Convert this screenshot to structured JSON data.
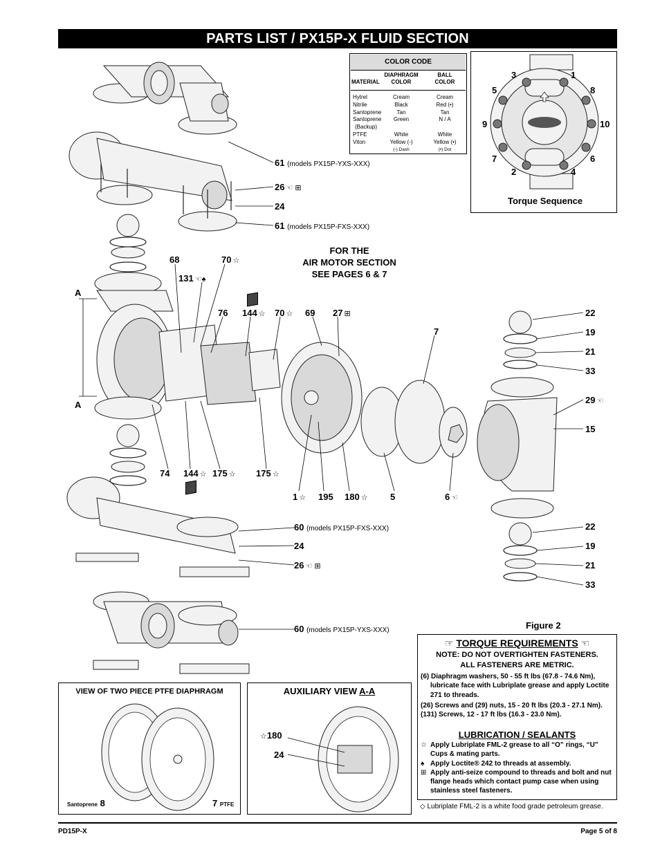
{
  "title": "PARTS LIST / PX15P-X FLUID SECTION",
  "color_code": {
    "heading": "COLOR CODE",
    "col_material": "MATERIAL",
    "col_diaphragm": [
      "DIAPHRAGM",
      "COLOR"
    ],
    "col_ball": [
      "BALL",
      "COLOR"
    ],
    "materials": [
      "Hytrel",
      "Nitrile",
      "Santoprene",
      "Santoprene",
      "(Backup)",
      "PTFE",
      "Viton"
    ],
    "diaphragm_colors": [
      "Cream",
      "Black",
      "Tan",
      "Green",
      "",
      "White",
      "Yellow (-)",
      "(-) Dash"
    ],
    "ball_colors": [
      "Cream",
      "Red (•)",
      "Tan",
      "N / A",
      "",
      "White",
      "Yellow (•)",
      "(•) Dot"
    ]
  },
  "torque_sequence": {
    "label": "Torque Sequence",
    "numbers": [
      "3",
      "1",
      "5",
      "8",
      "9",
      "10",
      "7",
      "6",
      "2",
      "4"
    ]
  },
  "callouts": {
    "c61_top": "61",
    "c61_top_note": "(models PX15P-YXS-XXX)",
    "c26_top": "26",
    "c24_top": "24",
    "c61_bot": "61",
    "c61_bot_note": "(models PX15P-FXS-XXX)",
    "air_motor_note": [
      "FOR THE",
      "AIR MOTOR SECTION",
      "SEE PAGES 6 & 7"
    ],
    "c68": "68",
    "c70a": "70",
    "c131": "131",
    "c76": "76",
    "c144a": "144",
    "c70b": "70",
    "c69": "69",
    "c27": "27",
    "c7": "7",
    "c22a": "22",
    "c19a": "19",
    "c21a": "21",
    "c33a": "33",
    "c29": "29",
    "c15": "15",
    "cA_top": "A",
    "cA_bot": "A",
    "c74": "74",
    "c144b": "144",
    "c175a": "175",
    "c175b": "175",
    "c1": "1",
    "c195": "195",
    "c180": "180",
    "c5": "5",
    "c6": "6",
    "c22b": "22",
    "c19b": "19",
    "c21b": "21",
    "c33b": "33",
    "c60_top": "60",
    "c60_top_note": "(models PX15P-FXS-XXX)",
    "c24_mid": "24",
    "c26_mid": "26",
    "c60_bot": "60",
    "c60_bot_note": "(models PX15P-YXS-XXX)"
  },
  "figure_label": "Figure 2",
  "ptfe_box": {
    "title": "VIEW OF TWO PIECE PTFE DIAPHRAGM",
    "label_8_small": "Santoprene",
    "label_8": "8",
    "label_7": "7",
    "label_7_small": "PTFE"
  },
  "aux_box": {
    "title": "AUXILIARY VIEW",
    "title_suffix": "A-A",
    "c180": "180",
    "c24": "24"
  },
  "torque_requirements": {
    "heading": "TORQUE REQUIREMENTS",
    "note1": "NOTE: DO NOT OVERTIGHTEN FASTENERS.",
    "note2": "ALL FASTENERS ARE METRIC.",
    "item6": "(6) Diaphragm washers, 50 - 55 ft lbs (67.8 - 74.6 Nm), lubricate face with Lubriplate grease and apply Loctite 271 to threads.",
    "item26": "(26) Screws and (29) nuts, 15 - 20 ft lbs (20.3 - 27.1 Nm).",
    "item131": "(131) Screws, 12 - 17 ft lbs (16.3 - 23.0 Nm).",
    "lub_heading": "LUBRICATION / SEALANTS",
    "lub1": "Apply Lubriplate FML-2 grease to all “O” rings, “U” Cups & mating parts.",
    "lub2": "Apply Loctite® 242 to threads at assembly.",
    "lub3": "Apply anti-seize compound to threads and bolt and nut flange heads which contact pump case when using stainless steel fasteners."
  },
  "lubriplate_note": "Lubriplate FML-2 is a white food grade petroleum grease.",
  "footer": {
    "left": "PD15P-X",
    "right": "Page  5 of 8"
  }
}
